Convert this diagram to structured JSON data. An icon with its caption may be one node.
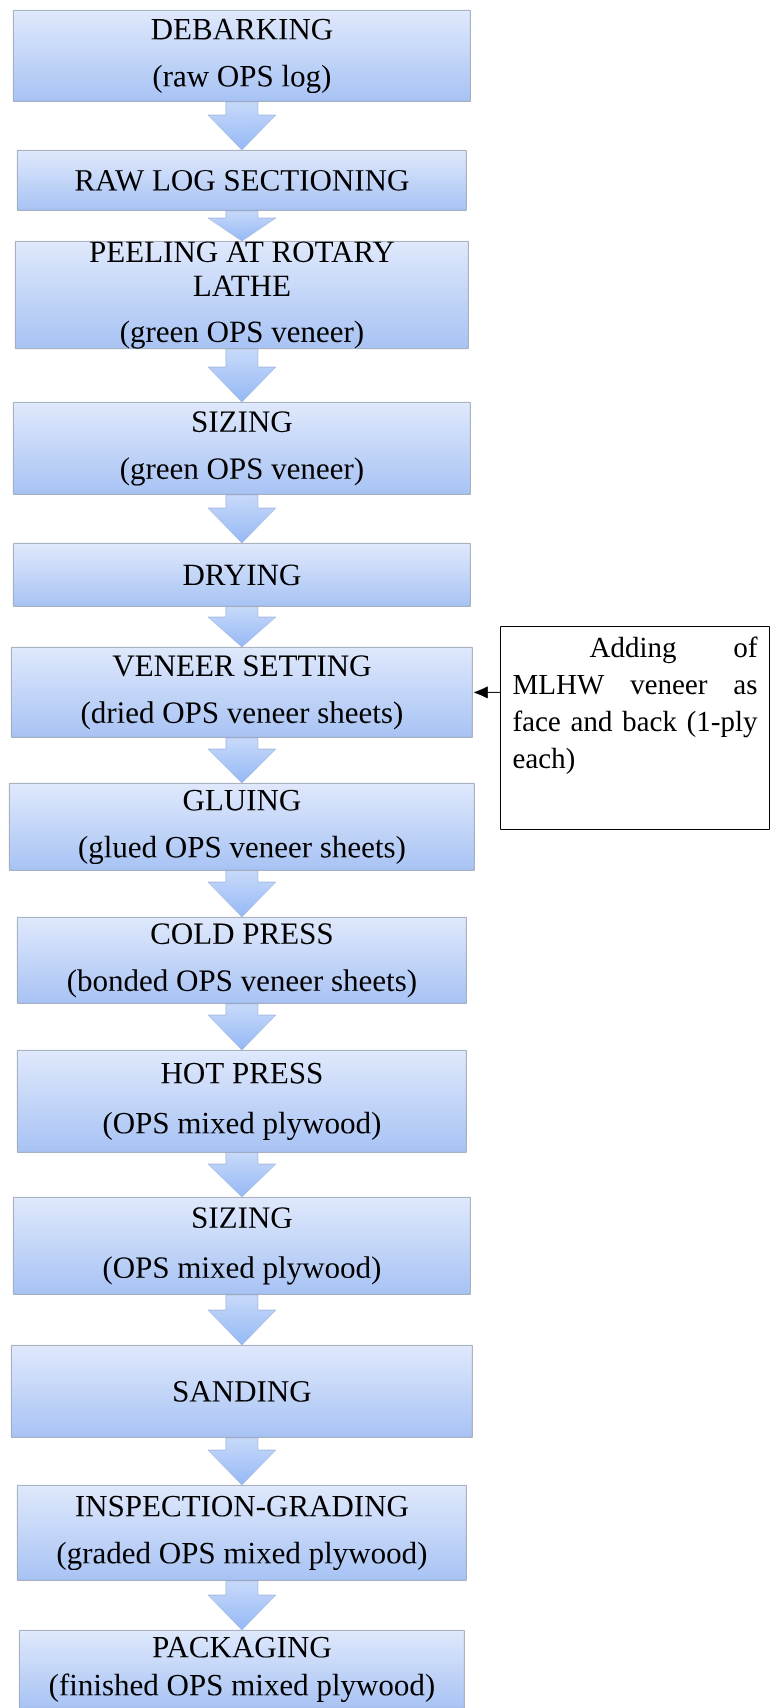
{
  "diagram": {
    "nodes": [
      {
        "text": [
          "DEBARKING",
          "(raw OPS log)"
        ]
      },
      {
        "text": [
          "RAW LOG SECTIONING"
        ]
      },
      {
        "text": [
          "PEELING AT ROTARY LATHE",
          "(green OPS veneer)"
        ]
      },
      {
        "text": [
          "SIZING",
          "(green OPS veneer)"
        ]
      },
      {
        "text": [
          "DRYING"
        ]
      },
      {
        "text": [
          "VENEER SETTING",
          "(dried OPS veneer sheets)"
        ]
      },
      {
        "text": [
          "GLUING",
          "(glued OPS veneer sheets)"
        ]
      },
      {
        "text": [
          "COLD PRESS",
          "(bonded OPS veneer sheets)"
        ]
      },
      {
        "text": [
          "HOT PRESS",
          "(OPS mixed plywood)"
        ]
      },
      {
        "text": [
          "SIZING",
          "(OPS mixed plywood)"
        ]
      },
      {
        "text": [
          "SANDING"
        ]
      },
      {
        "text": [
          "INSPECTION-GRADING",
          "(graded OPS mixed plywood)"
        ]
      },
      {
        "text": [
          "PACKAGING",
          "(finished OPS mixed plywood)"
        ]
      },
      {
        "text": [
          "Adding of MLHW veneer as face and back (1-ply each)"
        ]
      }
    ],
    "edges": [
      {
        "from": 0,
        "to": 1,
        "arrow": "to"
      },
      {
        "from": 1,
        "to": 2,
        "arrow": "to"
      },
      {
        "from": 2,
        "to": 3,
        "arrow": "to"
      },
      {
        "from": 3,
        "to": 4,
        "arrow": "to"
      },
      {
        "from": 4,
        "to": 5,
        "arrow": "to"
      },
      {
        "from": 5,
        "to": 6,
        "arrow": "to"
      },
      {
        "from": 6,
        "to": 7,
        "arrow": "to"
      },
      {
        "from": 7,
        "to": 8,
        "arrow": "to"
      },
      {
        "from": 8,
        "to": 9,
        "arrow": "to"
      },
      {
        "from": 9,
        "to": 10,
        "arrow": "to"
      },
      {
        "from": 10,
        "to": 11,
        "arrow": "to"
      },
      {
        "from": 11,
        "to": 12,
        "arrow": "to"
      },
      {
        "from": 13,
        "to": 5,
        "arrow": "to",
        "color": "#000000"
      }
    ]
  }
}
